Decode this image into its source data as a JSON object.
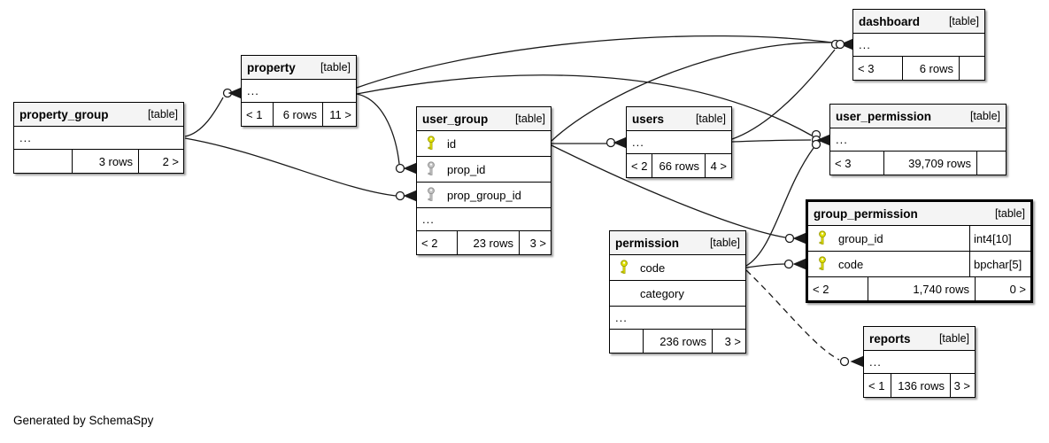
{
  "diagram": {
    "footer_note": "Generated by SchemaSpy",
    "colors": {
      "primary_key": "#e2e205",
      "primary_key_outline": "#9a9a00",
      "foreign_key": "#c4c4c4",
      "foreign_key_outline": "#8f8f8f",
      "header_bg": "#f4f4f4",
      "line": "#1a1a1a"
    },
    "tables": [
      {
        "id": "property_group",
        "name": "property_group",
        "tag": "[table]",
        "highlighted": false,
        "rows": [
          {
            "type": "ellipsis",
            "label": "..."
          }
        ],
        "footer": {
          "left": "",
          "center": "3 rows",
          "right": "2 >"
        }
      },
      {
        "id": "property",
        "name": "property",
        "tag": "[table]",
        "highlighted": false,
        "rows": [
          {
            "type": "ellipsis",
            "label": "..."
          }
        ],
        "footer": {
          "left": "< 1",
          "center": "6 rows",
          "right": "11 >"
        }
      },
      {
        "id": "user_group",
        "name": "user_group",
        "tag": "[table]",
        "highlighted": false,
        "rows": [
          {
            "type": "pk",
            "label": "id"
          },
          {
            "type": "fk",
            "label": "prop_id"
          },
          {
            "type": "fk",
            "label": "prop_group_id"
          },
          {
            "type": "ellipsis",
            "label": "..."
          }
        ],
        "footer": {
          "left": "< 2",
          "center": "23 rows",
          "right": "3 >"
        }
      },
      {
        "id": "users",
        "name": "users",
        "tag": "[table]",
        "highlighted": false,
        "rows": [
          {
            "type": "ellipsis",
            "label": "..."
          }
        ],
        "footer": {
          "left": "< 2",
          "center": "66 rows",
          "right": "4 >"
        }
      },
      {
        "id": "dashboard",
        "name": "dashboard",
        "tag": "[table]",
        "highlighted": false,
        "rows": [
          {
            "type": "ellipsis",
            "label": "..."
          }
        ],
        "footer": {
          "left": "< 3",
          "center": "6 rows",
          "right": ""
        }
      },
      {
        "id": "user_permission",
        "name": "user_permission",
        "tag": "[table]",
        "highlighted": false,
        "rows": [
          {
            "type": "ellipsis",
            "label": "..."
          }
        ],
        "footer": {
          "left": "< 3",
          "center": "39,709 rows",
          "right": ""
        }
      },
      {
        "id": "group_permission",
        "name": "group_permission",
        "tag": "[table]",
        "highlighted": true,
        "rows": [
          {
            "type": "pk",
            "label": "group_id",
            "datatype": "int4[10]"
          },
          {
            "type": "pk",
            "label": "code",
            "datatype": "bpchar[5]"
          }
        ],
        "footer": {
          "left": "< 2",
          "center": "1,740 rows",
          "right": "0 >"
        }
      },
      {
        "id": "permission",
        "name": "permission",
        "tag": "[table]",
        "highlighted": false,
        "rows": [
          {
            "type": "pk",
            "label": "code"
          },
          {
            "type": "column",
            "label": "category"
          },
          {
            "type": "ellipsis",
            "label": "..."
          }
        ],
        "footer": {
          "left": "",
          "center": "236 rows",
          "right": "3 >"
        }
      },
      {
        "id": "reports",
        "name": "reports",
        "tag": "[table]",
        "highlighted": false,
        "rows": [
          {
            "type": "ellipsis",
            "label": "..."
          }
        ],
        "footer": {
          "left": "< 1",
          "center": "136 rows",
          "right": "3 >"
        }
      }
    ],
    "connections": [
      {
        "from": "property_group",
        "to": "property",
        "style": "solid"
      },
      {
        "from": "property_group",
        "to": "user_group",
        "to_column": "prop_group_id",
        "style": "solid"
      },
      {
        "from": "property",
        "to": "user_group",
        "to_column": "prop_id",
        "style": "solid"
      },
      {
        "from": "property",
        "to": "dashboard",
        "style": "solid"
      },
      {
        "from": "property",
        "to": "user_permission",
        "style": "solid"
      },
      {
        "from": "user_group",
        "to": "users",
        "style": "solid"
      },
      {
        "from": "user_group",
        "to": "dashboard",
        "style": "solid"
      },
      {
        "from": "user_group",
        "to": "group_permission",
        "to_column": "group_id",
        "style": "solid"
      },
      {
        "from": "users",
        "to": "user_permission",
        "style": "solid"
      },
      {
        "from": "users",
        "to": "dashboard",
        "style": "solid"
      },
      {
        "from": "permission",
        "to": "group_permission",
        "to_column": "code",
        "style": "solid"
      },
      {
        "from": "permission",
        "to": "user_permission",
        "style": "solid"
      },
      {
        "from": "permission",
        "to": "reports",
        "style": "dashed"
      }
    ]
  }
}
